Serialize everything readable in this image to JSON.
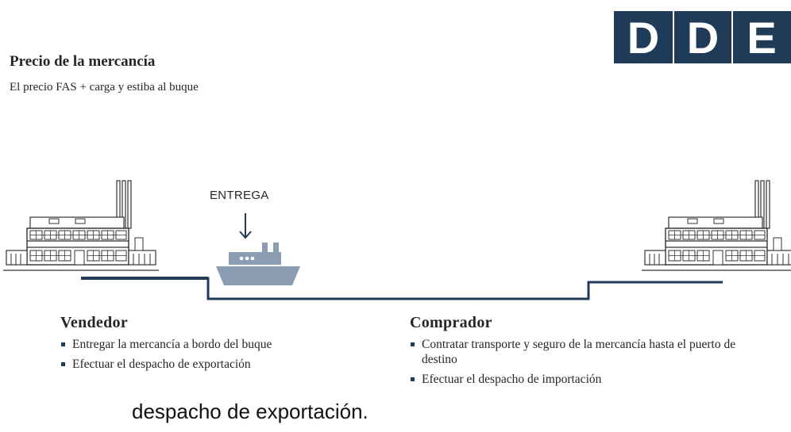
{
  "logo": {
    "letters": [
      "D",
      "D",
      "E"
    ],
    "color": "#1f3b57"
  },
  "price": {
    "title": "Precio de la mercancía",
    "subtitle": "El precio FAS + carga y estiba al buque"
  },
  "diagram": {
    "delivery_label": "ENTREGA",
    "line_color": "#1f3b57",
    "icons": [
      "factory-icon",
      "arrow-down-icon",
      "ship-icon",
      "factory-icon"
    ]
  },
  "vendedor": {
    "title": "Vendedor",
    "items": [
      "Entregar la mercancía a bordo del buque",
      "Efectuar el despacho de exportación"
    ]
  },
  "comprador": {
    "title": "Comprador",
    "items": [
      "Contratar transporte y seguro de la mercancía hasta el puerto de destino",
      "Efectuar el despacho de importación"
    ]
  },
  "caption": "despacho de exportación."
}
